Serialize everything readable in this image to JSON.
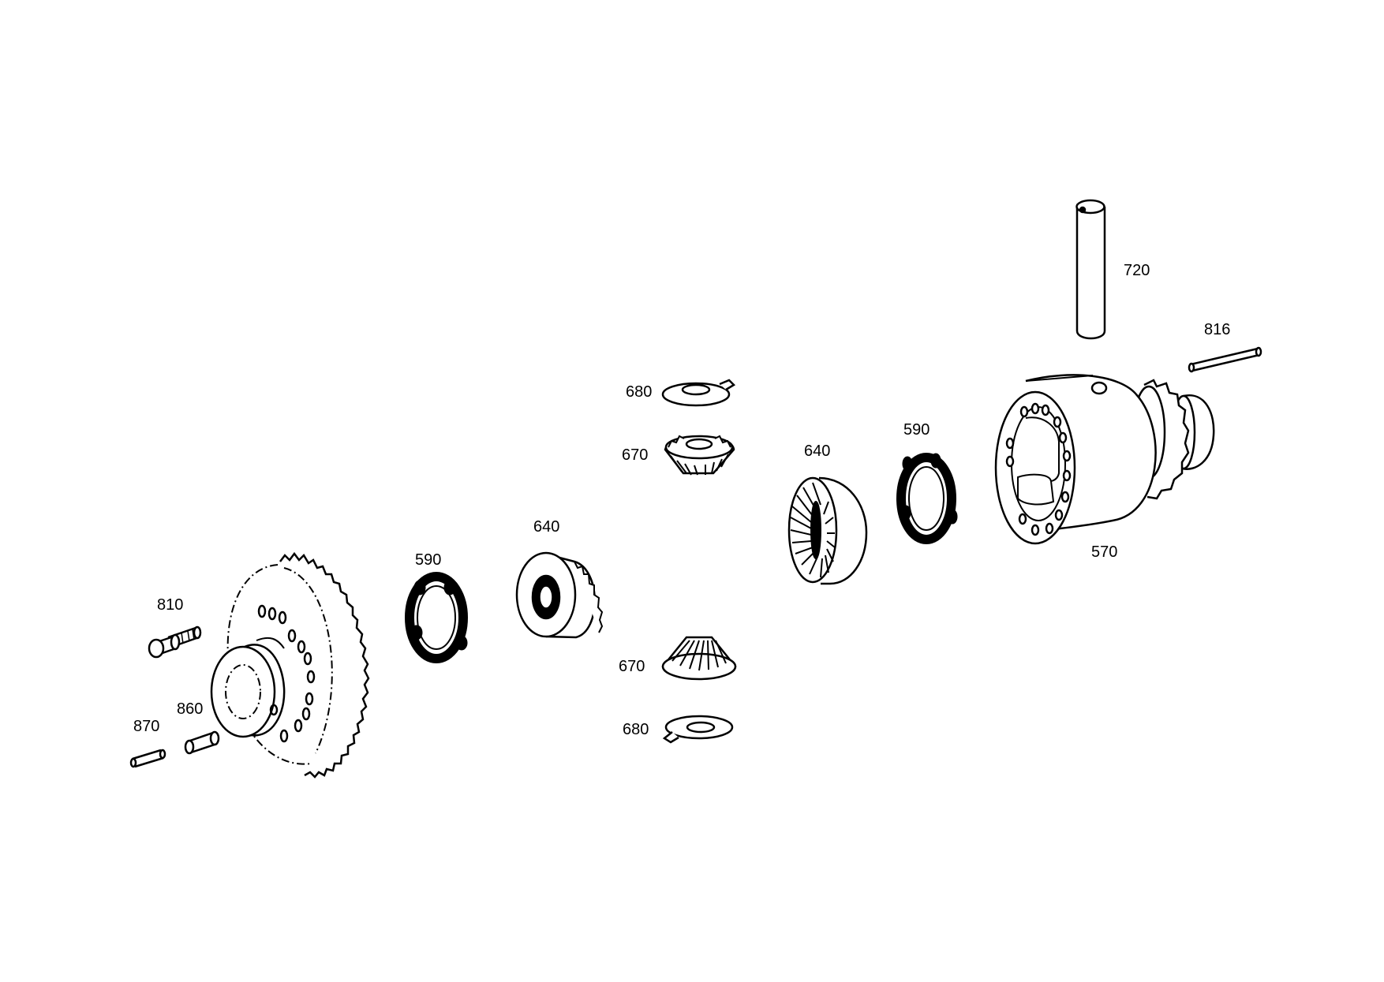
{
  "diagram": {
    "parts": [
      {
        "id": "p810",
        "label": "810"
      },
      {
        "id": "p860",
        "label": "860"
      },
      {
        "id": "p870",
        "label": "870"
      },
      {
        "id": "p590a",
        "label": "590"
      },
      {
        "id": "p640a",
        "label": "640"
      },
      {
        "id": "p680a",
        "label": "680"
      },
      {
        "id": "p670a",
        "label": "670"
      },
      {
        "id": "p670b",
        "label": "670"
      },
      {
        "id": "p680b",
        "label": "680"
      },
      {
        "id": "p640b",
        "label": "640"
      },
      {
        "id": "p590b",
        "label": "590"
      },
      {
        "id": "p570",
        "label": "570"
      },
      {
        "id": "p720",
        "label": "720"
      },
      {
        "id": "p816",
        "label": "816"
      }
    ]
  }
}
